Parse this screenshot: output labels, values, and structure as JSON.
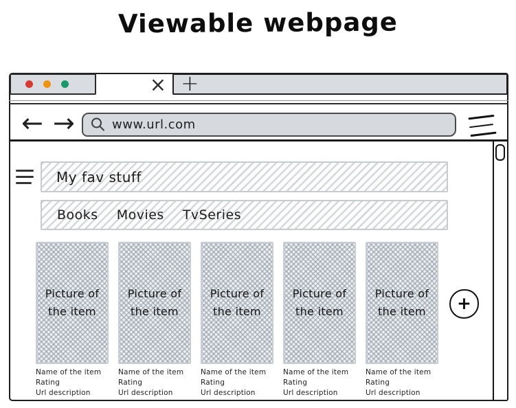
{
  "title": "Viewable webpage",
  "browser": {
    "traffic_lights": [
      {
        "name": "red-dot",
        "color": "#d63a32"
      },
      {
        "name": "orange-dot",
        "color": "#f0930f"
      },
      {
        "name": "green-dot",
        "color": "#19996b"
      }
    ],
    "tabs": {
      "close_glyph": "×",
      "new_tab_glyph": "+"
    },
    "toolbar": {
      "back_glyph": "←",
      "forward_glyph": "→",
      "search_icon": "magnifier",
      "url": "www.url.com",
      "menu_icon": "hamburger-menu"
    },
    "scrollbar": {
      "position": "top"
    }
  },
  "content": {
    "menu_icon": "hamburger-menu",
    "header_label": "My fav stuff",
    "nav_items": [
      "Books",
      "Movies",
      "TvSeries"
    ],
    "add_label": "+",
    "cards": [
      {
        "picture_label": "Picture of the item",
        "name": "Name of the item",
        "rating": "Rating",
        "url_description": "Url description"
      },
      {
        "picture_label": "Picture of the item",
        "name": "Name of the item",
        "rating": "Rating",
        "url_description": "Url description"
      },
      {
        "picture_label": "Picture of the item",
        "name": "Name of the item",
        "rating": "Rating",
        "url_description": "Url description"
      },
      {
        "picture_label": "Picture of the item",
        "name": "Name of the item",
        "rating": "Rating",
        "url_description": "Url description"
      },
      {
        "picture_label": "Picture of the item",
        "name": "Name of the item",
        "rating": "Rating",
        "url_description": "Url description"
      }
    ]
  },
  "colors": {
    "stroke": "#1d1d1d",
    "panel_gray": "#d9dde1",
    "hatch_gray": "#d5d8db",
    "mesh_gray": "#c9ced3"
  }
}
